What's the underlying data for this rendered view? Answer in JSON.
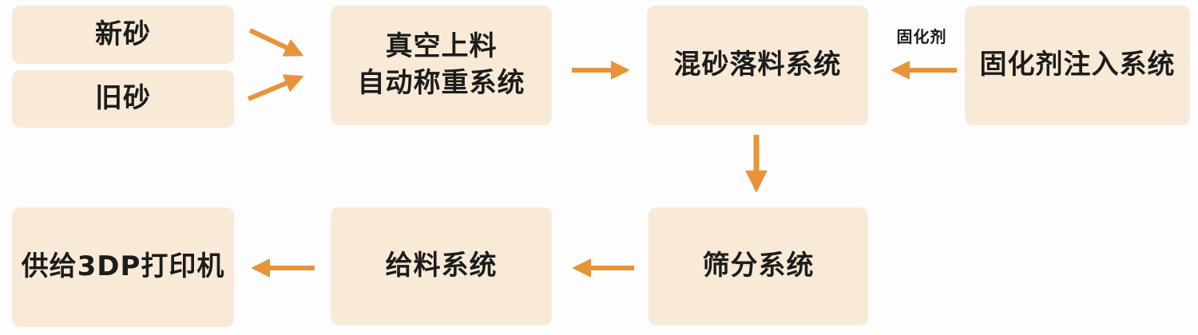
{
  "diagram": {
    "title_hint": "3DP sand supply process flowchart",
    "nodes": {
      "new_sand": "新砂",
      "old_sand": "旧砂",
      "vacuum_weighing": "真空上料\n自动称重系统",
      "mixing": "混砂落料系统",
      "curing_injection": "固化剂注入系统",
      "screening": "筛分系统",
      "feeding": "给料系统",
      "printer_supply": "供给3DP打印机"
    },
    "edge_labels": {
      "curing_agent": "固化剂"
    },
    "edges": [
      {
        "from": "new_sand",
        "to": "vacuum_weighing"
      },
      {
        "from": "old_sand",
        "to": "vacuum_weighing"
      },
      {
        "from": "vacuum_weighing",
        "to": "mixing"
      },
      {
        "from": "curing_injection",
        "to": "mixing",
        "label": "固化剂"
      },
      {
        "from": "mixing",
        "to": "screening"
      },
      {
        "from": "screening",
        "to": "feeding"
      },
      {
        "from": "feeding",
        "to": "printer_supply"
      }
    ],
    "colors": {
      "box_fill": "#f8ead7",
      "arrow": "#e99339",
      "text": "#1c1c1c",
      "background": "#fdfdfe"
    }
  }
}
